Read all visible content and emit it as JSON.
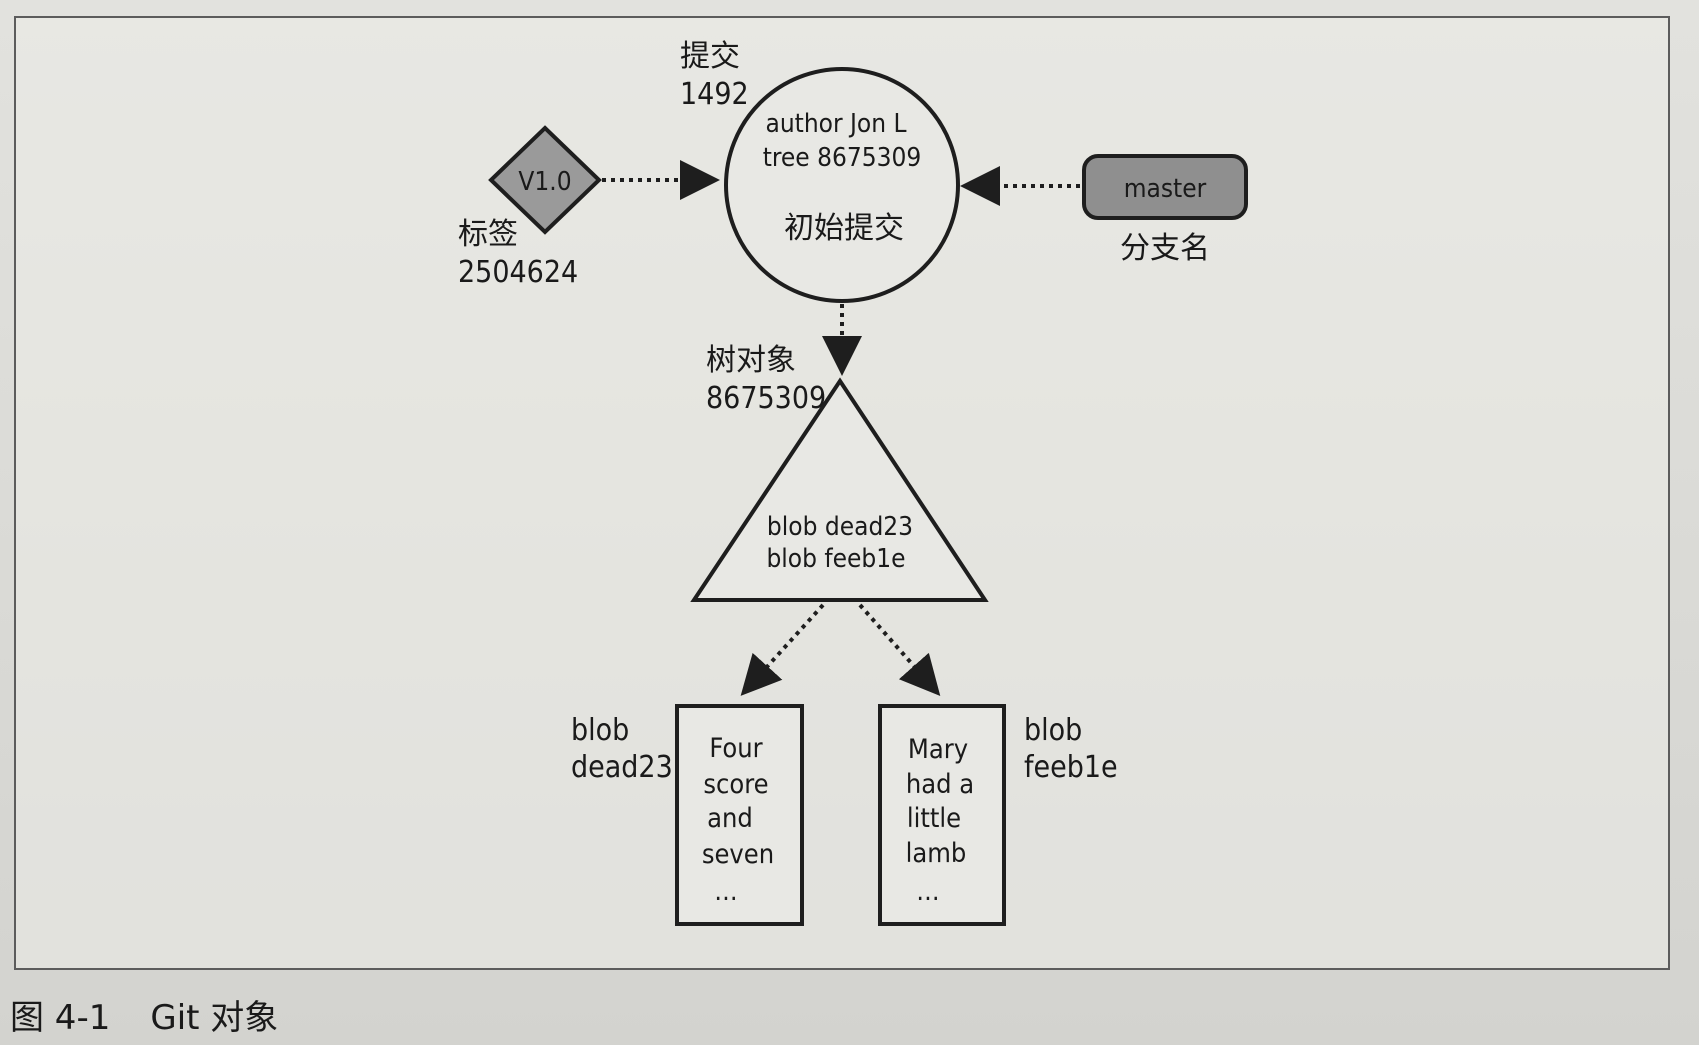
{
  "commit": {
    "heading": "提交",
    "id": "1492",
    "lines": [
      "author Jon L",
      "tree 8675309"
    ],
    "message": "初始提交"
  },
  "tag": {
    "name": "V1.0",
    "heading": "标签",
    "id": "2504624"
  },
  "branch": {
    "name": "master",
    "label": "分支名"
  },
  "tree": {
    "heading": "树对象",
    "id": "8675309",
    "lines": [
      "blob dead23",
      "blob feeb1e"
    ]
  },
  "blob_left": {
    "label_lines": [
      "blob",
      "dead23"
    ],
    "content_lines": [
      "Four",
      "score",
      "and",
      "seven"
    ],
    "ellipsis": "…"
  },
  "blob_right": {
    "label_lines": [
      "blob",
      "feeb1e"
    ],
    "content_lines": [
      "Mary",
      "had a",
      "little",
      "lamb"
    ],
    "ellipsis": "…"
  },
  "caption": {
    "number": "图 4-1",
    "title": "Git 对象"
  },
  "colors": {
    "shape_fill": "#e8e8e4",
    "tag_fill": "#9a9a9a",
    "branch_fill": "#8f8f8f",
    "stroke": "#1e1e1e"
  }
}
